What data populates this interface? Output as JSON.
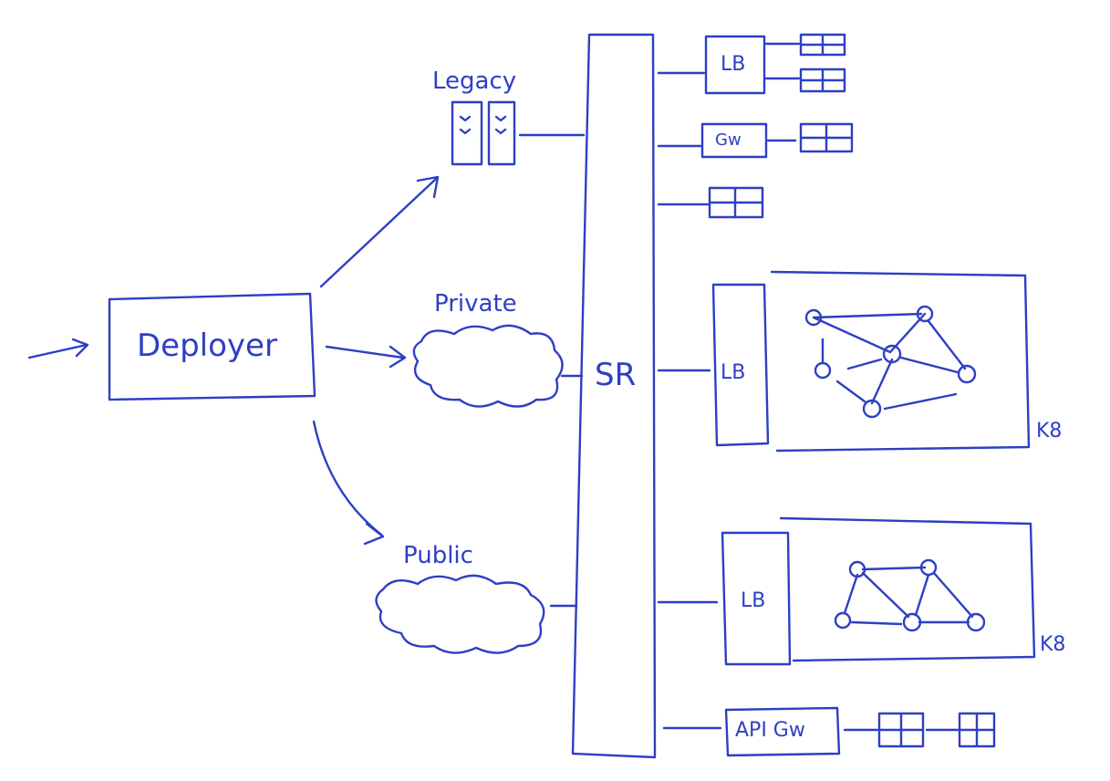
{
  "labels": {
    "deployer": "Deployer",
    "legacy": "Legacy",
    "private": "Private",
    "public": "Public",
    "sr": "SR",
    "lb": "LB",
    "gw": "Gw",
    "api_gw": "API Gw",
    "k8": "K8"
  },
  "colors": {
    "ink": "#2e3fc4",
    "paper": "#ffffff"
  }
}
